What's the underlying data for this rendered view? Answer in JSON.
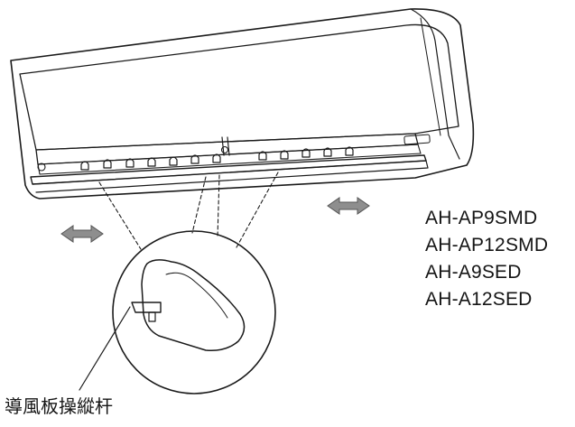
{
  "models": [
    "AH-AP9SMD",
    "AH-AP12SMD",
    "AH-A9SED",
    "AH-A12SED"
  ],
  "callout": {
    "label": "導風板操縱杆"
  },
  "colors": {
    "stroke": "#1a1a1a",
    "arrow_fill": "#8e8e8e",
    "arrow_stroke": "#555555"
  },
  "icons": [
    "left-right-arrow-icon",
    "left-right-arrow-icon"
  ]
}
